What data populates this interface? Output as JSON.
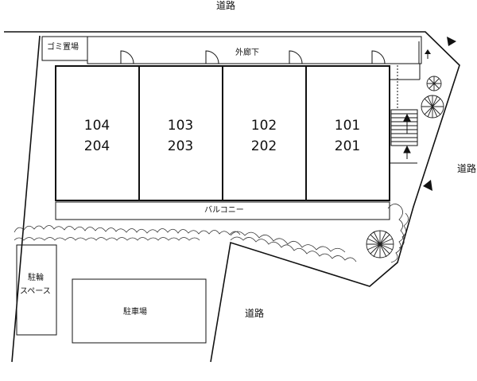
{
  "roads": {
    "north": "道路",
    "east": "道路",
    "south": "道路"
  },
  "labels": {
    "garbage": "ゴミ置場",
    "corridor": "外廊下",
    "balcony": "バルコニー",
    "bicycle_line1": "駐輪",
    "bicycle_line2": "スペース",
    "parking": "駐車場"
  },
  "units": [
    {
      "ground": "104",
      "upper": "204"
    },
    {
      "ground": "103",
      "upper": "203"
    },
    {
      "ground": "102",
      "upper": "202"
    },
    {
      "ground": "101",
      "upper": "201"
    }
  ]
}
